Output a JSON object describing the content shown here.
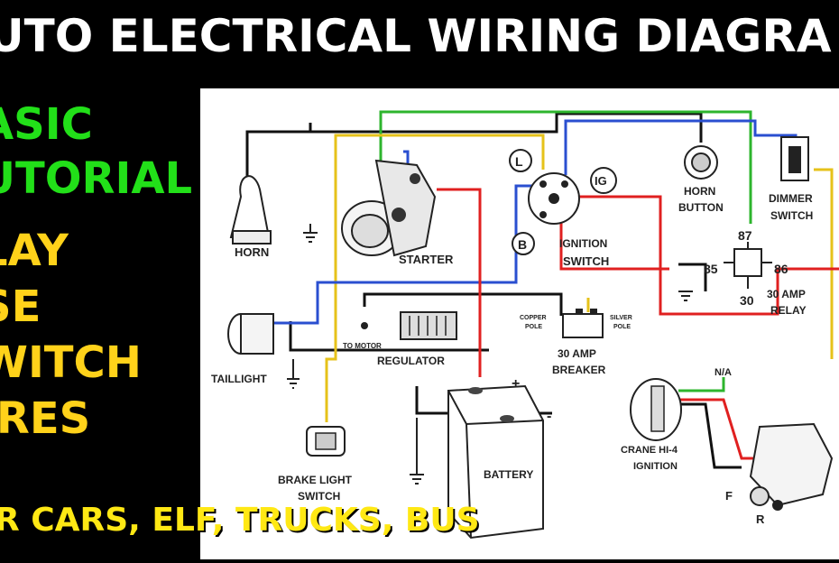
{
  "title": "UTO ELECTRICAL WIRING DIAGRA",
  "side_lines": [
    {
      "text": "ASIC",
      "color": "green"
    },
    {
      "text": "UTORIAL",
      "color": "green"
    },
    {
      "text": "LAY",
      "color": "yellow"
    },
    {
      "text": "SE",
      "color": "yellow"
    },
    {
      "text": "WITCH",
      "color": "yellow"
    },
    {
      "text": "IRES",
      "color": "yellow"
    }
  ],
  "bottom_banner": "R CARS, ELF, TRUCKS, BUS",
  "diagram": {
    "horn": "HORN",
    "starter": "STARTER",
    "L": "L",
    "IG": "IG",
    "B": "B",
    "ignition_switch_1": "IGNITION",
    "ignition_switch_2": "SWITCH",
    "horn_button_1": "HORN",
    "horn_button_2": "BUTTON",
    "dimmer_1": "DIMMER",
    "dimmer_2": "SWITCH",
    "r87": "87",
    "r85": "85",
    "r86": "86",
    "r30": "30",
    "relay_1": "30 AMP",
    "relay_2": "RELAY",
    "taillight": "TAILLIGHT",
    "to_motor": "TO MOTOR",
    "regulator": "REGULATOR",
    "copper_1": "COPPER",
    "copper_2": "POLE",
    "silver_1": "SILVER",
    "silver_2": "POLE",
    "breaker_1": "30 AMP",
    "breaker_2": "BREAKER",
    "na": "N/A",
    "crane_1": "CRANE HI-4",
    "crane_2": "IGNITION",
    "battery": "BATTERY",
    "plus": "+",
    "minus": "-",
    "brake_1": "BRAKE LIGHT",
    "brake_2": "SWITCH",
    "F": "F",
    "R": "R"
  },
  "colors": {
    "green": "#22e019",
    "yellow": "#ffd21a",
    "wire_red": "#e02020",
    "wire_blue": "#2a4fd0",
    "wire_green": "#2db52d",
    "wire_yellow": "#e6c21a",
    "wire_black": "#111111"
  }
}
